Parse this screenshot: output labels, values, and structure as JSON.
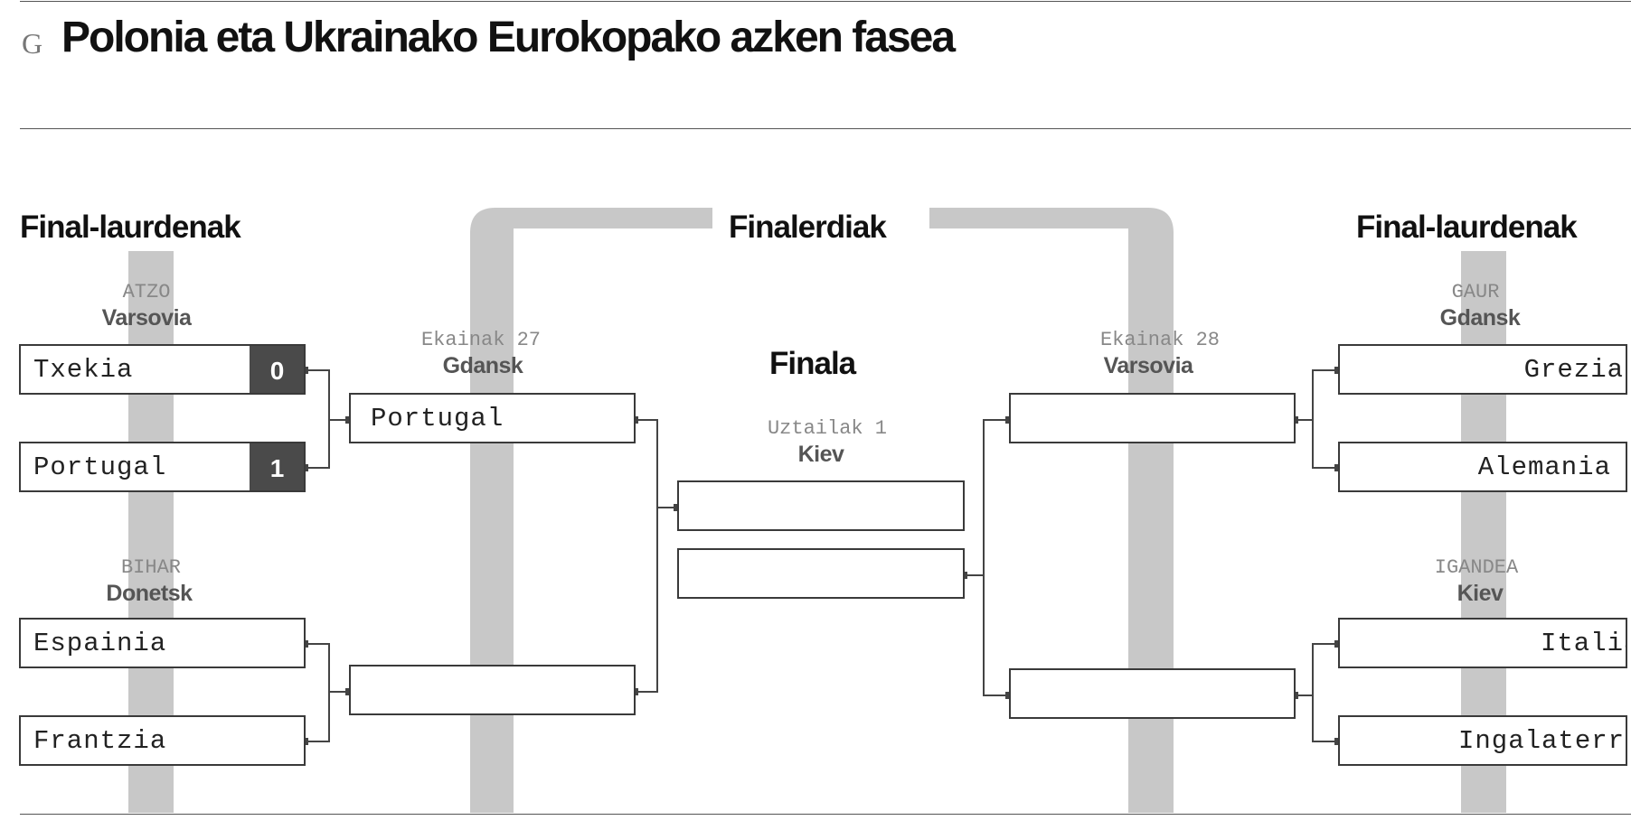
{
  "header": {
    "logo": "G",
    "title": "Polonia eta Ukrainako Eurokopako azken fasea"
  },
  "headings": {
    "left_quarterfinals": "Final-laurdenak",
    "semifinals": "Finalerdiak",
    "final": "Finala",
    "right_quarterfinals": "Final-laurdenak"
  },
  "left_quarterfinals": [
    {
      "day": "ATZO",
      "city": "Varsovia",
      "team_a": {
        "name": "Txekia",
        "score": "0"
      },
      "team_b": {
        "name": "Portugal",
        "score": "1"
      }
    },
    {
      "day": "BIHAR",
      "city": "Donetsk",
      "team_a": {
        "name": "Espainia"
      },
      "team_b": {
        "name": "Frantzia"
      }
    }
  ],
  "semifinal_left": {
    "day": "Ekainak 27",
    "city": "Gdansk",
    "team_a": "Portugal",
    "team_b": ""
  },
  "final": {
    "day": "Uztailak 1",
    "city": "Kiev",
    "team_a": "",
    "team_b": ""
  },
  "semifinal_right": {
    "day": "Ekainak 28",
    "city": "Varsovia",
    "team_a": "",
    "team_b": ""
  },
  "right_quarterfinals": [
    {
      "day": "GAUR",
      "city": "Gdansk",
      "team_a": {
        "name": "Grezia"
      },
      "team_b": {
        "name": "Alemania"
      }
    },
    {
      "day": "IGANDEA",
      "city": "Kiev",
      "team_a": {
        "name": "Italia"
      },
      "team_b": {
        "name": "Ingalaterra"
      }
    }
  ],
  "colors": {
    "decorative_bars": "#c8c8c8",
    "score_box": "#4a4a4a",
    "box_border": "#3a3a3a",
    "connector": "#444444"
  }
}
